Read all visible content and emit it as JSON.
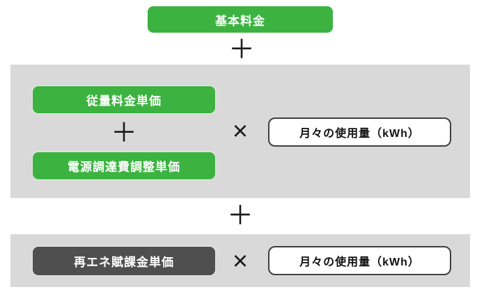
{
  "colors": {
    "green_box_bg": "#3cb341",
    "dark_box_bg": "#4f4f4f",
    "section_bg": "#d9d9d9",
    "white_box_border": "#3f3f3f",
    "box_text": "#ffffff",
    "operator_color": "#1a1a1a"
  },
  "operators": {
    "plus": "＋",
    "times": "×"
  },
  "boxes": {
    "basic_fee": "基本料金",
    "volumetric_unit_price": "従量料金単価",
    "power_procurement_adjustment_unit_price": "電源調達費調整単価",
    "monthly_usage": "月々の使用量（kWh）",
    "renewable_levy_unit_price": "再エネ賦課金単価"
  }
}
